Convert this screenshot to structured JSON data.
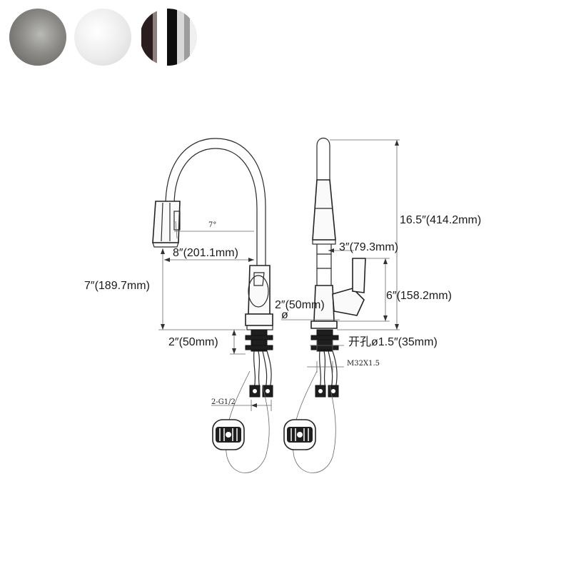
{
  "swatches": [
    {
      "name": "brushed-nickel",
      "color": "#8b8a86"
    },
    {
      "name": "white",
      "color": "#e8e8e8"
    },
    {
      "name": "chrome",
      "color": "#1a1a1a"
    }
  ],
  "front_view": {
    "angle_label": "7°",
    "reach_label": "8″(201.1mm)",
    "spout_height_label": "7″(189.7mm)",
    "deck_thickness_label": "2″(50mm)",
    "inlet_label": "2-G1/2"
  },
  "side_view": {
    "total_height_label": "16.5″(414.2mm)",
    "hose_offset_label": "3″(79.3mm)",
    "handle_height_label": "6″(158.2mm)",
    "base_diameter_label": "2″(50mm)",
    "diameter_symbol": "ø",
    "hole_label": "开孔ø1.5″(35mm)",
    "thread_label": "M32X1.5"
  }
}
